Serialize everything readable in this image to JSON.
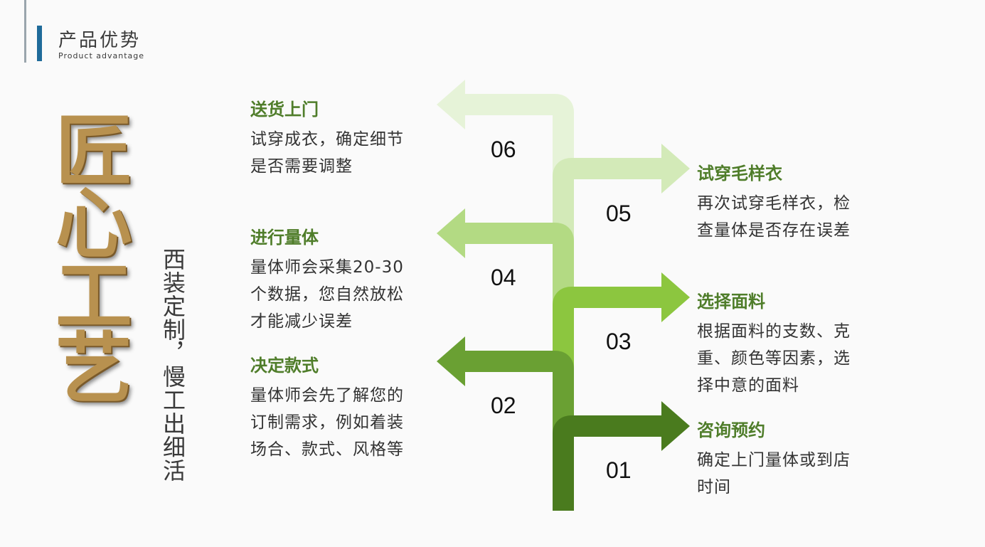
{
  "header": {
    "title": "产品优势",
    "subtitle": "Product advantage"
  },
  "hero": {
    "chars": [
      "匠",
      "心",
      "工",
      "艺"
    ],
    "tagline": "西装定制，慢工出细活"
  },
  "colors": {
    "accent_bar": "#1f6b9a",
    "step01": "#4a7b1e",
    "step02": "#6aa033",
    "step03": "#8cc63f",
    "step04": "#b3da83",
    "step05": "#d3eab8",
    "step06": "#e6f3d8",
    "step_title": "#4f7d2a"
  },
  "steps": [
    {
      "num": "01",
      "title": "咨询预约",
      "desc": [
        "确定上门量体或到店",
        "时间"
      ]
    },
    {
      "num": "02",
      "title": "决定款式",
      "desc": [
        "量体师会先了解您的",
        "订制需求，例如着装",
        "场合、款式、风格等"
      ]
    },
    {
      "num": "03",
      "title": "选择面料",
      "desc": [
        "根据面料的支数、克",
        "重、颜色等因素，选",
        "择中意的面料"
      ]
    },
    {
      "num": "04",
      "title": "进行量体",
      "desc": [
        "量体师会采集20-30",
        "个数据，您自然放松",
        "才能减少误差"
      ]
    },
    {
      "num": "05",
      "title": "试穿毛样衣",
      "desc": [
        "再次试穿毛样衣，检",
        "查量体是否存在误差"
      ]
    },
    {
      "num": "06",
      "title": "送货上门",
      "desc": [
        "试穿成衣，确定细节",
        "是否需要调整"
      ]
    }
  ]
}
